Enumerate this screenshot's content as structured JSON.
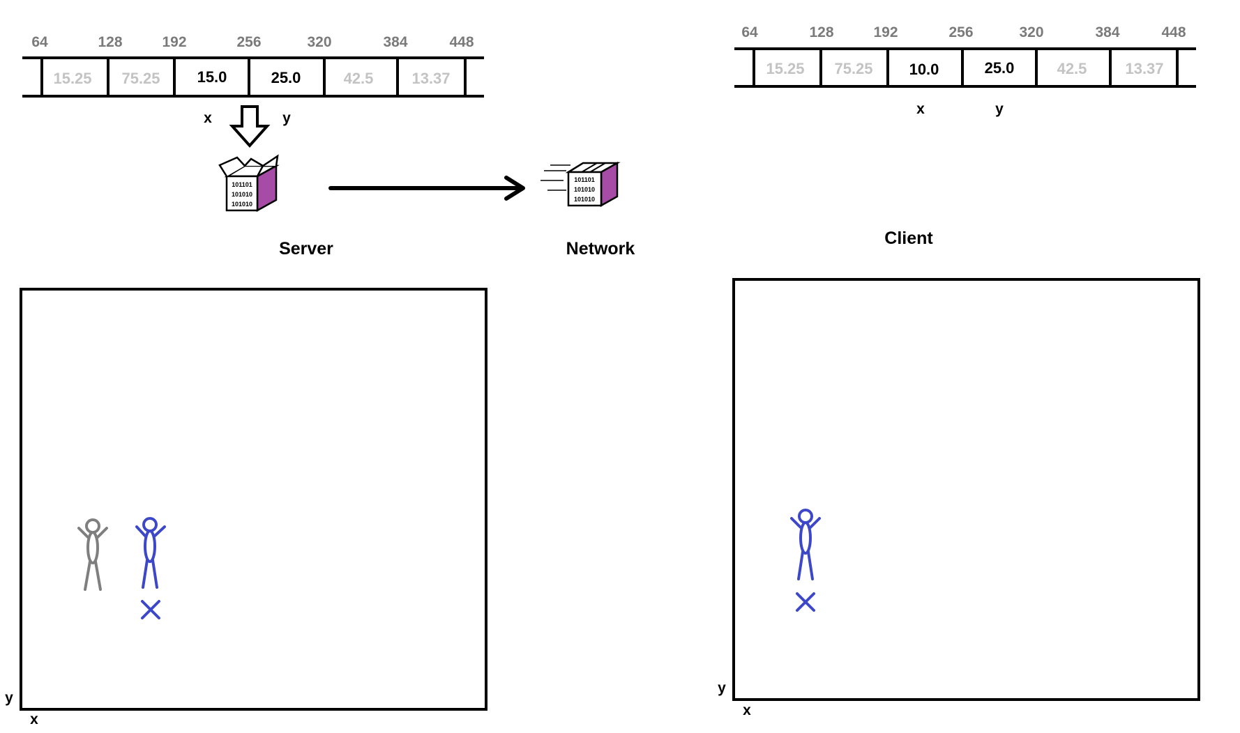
{
  "colors": {
    "line": "#000000",
    "offset_label": "#7a7a7a",
    "faded_value": "#c3c3c3",
    "active_value": "#000000",
    "player": "#3d48c8",
    "ghost_player": "#7f7f7f",
    "box_side": "#a64ca6"
  },
  "server": {
    "label": "Server",
    "memory": {
      "offsets": [
        "64",
        "128",
        "192",
        "256",
        "320",
        "384",
        "448"
      ],
      "cells": [
        {
          "value": "15.25",
          "active": false
        },
        {
          "value": "75.25",
          "active": false
        },
        {
          "value": "15.0",
          "active": true
        },
        {
          "value": "25.0",
          "active": true
        },
        {
          "value": "42.5",
          "active": false
        },
        {
          "value": "13.37",
          "active": false
        }
      ],
      "x_label": "x",
      "y_label": "y"
    },
    "packet_bits": [
      "101101",
      "101010",
      "101010"
    ],
    "world": {
      "axis_x": "x",
      "axis_y": "y",
      "players": [
        "ghost-player",
        "player"
      ],
      "marker_icon": "x-marker-icon"
    }
  },
  "network": {
    "label": "Network",
    "packet_bits": [
      "101101",
      "101010",
      "101010"
    ]
  },
  "client": {
    "label": "Client",
    "memory": {
      "offsets": [
        "64",
        "128",
        "192",
        "256",
        "320",
        "384",
        "448"
      ],
      "cells": [
        {
          "value": "15.25",
          "active": false
        },
        {
          "value": "75.25",
          "active": false
        },
        {
          "value": "10.0",
          "active": true
        },
        {
          "value": "25.0",
          "active": true
        },
        {
          "value": "42.5",
          "active": false
        },
        {
          "value": "13.37",
          "active": false
        }
      ],
      "x_label": "x",
      "y_label": "y"
    },
    "world": {
      "axis_x": "x",
      "axis_y": "y",
      "players": [
        "player"
      ],
      "marker_icon": "x-marker-icon"
    }
  }
}
